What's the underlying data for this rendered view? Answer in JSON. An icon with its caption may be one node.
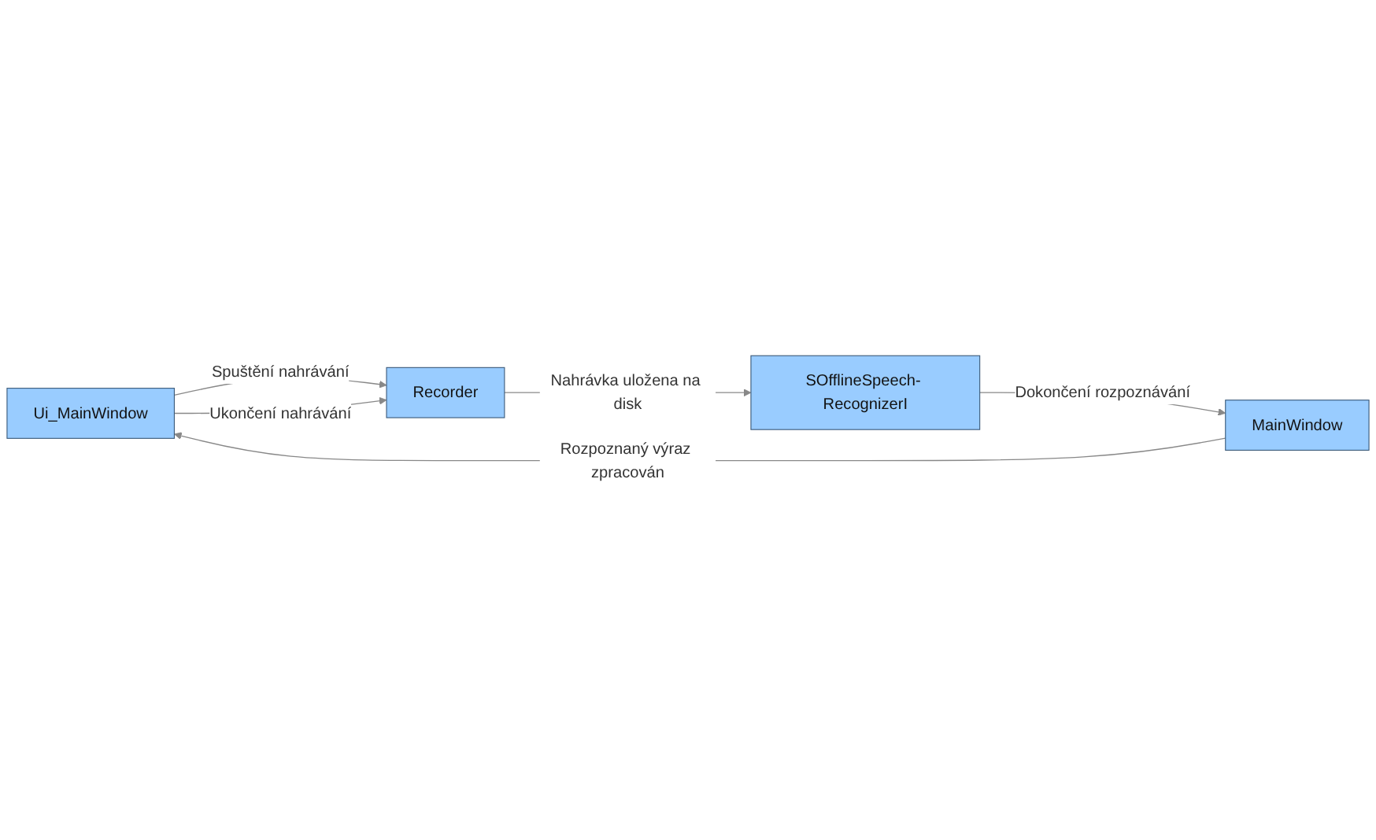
{
  "diagram": {
    "nodes": [
      {
        "text": [
          "Ui_MainWindow"
        ]
      },
      {
        "text": [
          "Recorder"
        ]
      },
      {
        "text": [
          "SOfflineSpeech- RecognizerI"
        ]
      },
      {
        "text": [
          "MainWindow"
        ]
      }
    ],
    "edges": [
      {
        "from": 0,
        "to": 1,
        "arrow": "to",
        "label": "Spuštění nahrávání"
      },
      {
        "from": 0,
        "to": 1,
        "arrow": "to",
        "label": "Ukončení nahrávání"
      },
      {
        "from": 1,
        "to": 2,
        "arrow": "to",
        "label": "Nahrávka uložena na disk"
      },
      {
        "from": 2,
        "to": 3,
        "arrow": "to",
        "label": "Dokončení rozpoznávání"
      },
      {
        "from": 3,
        "to": 0,
        "arrow": "to",
        "label": "Rozpoznaný výraz zpracován"
      }
    ]
  }
}
